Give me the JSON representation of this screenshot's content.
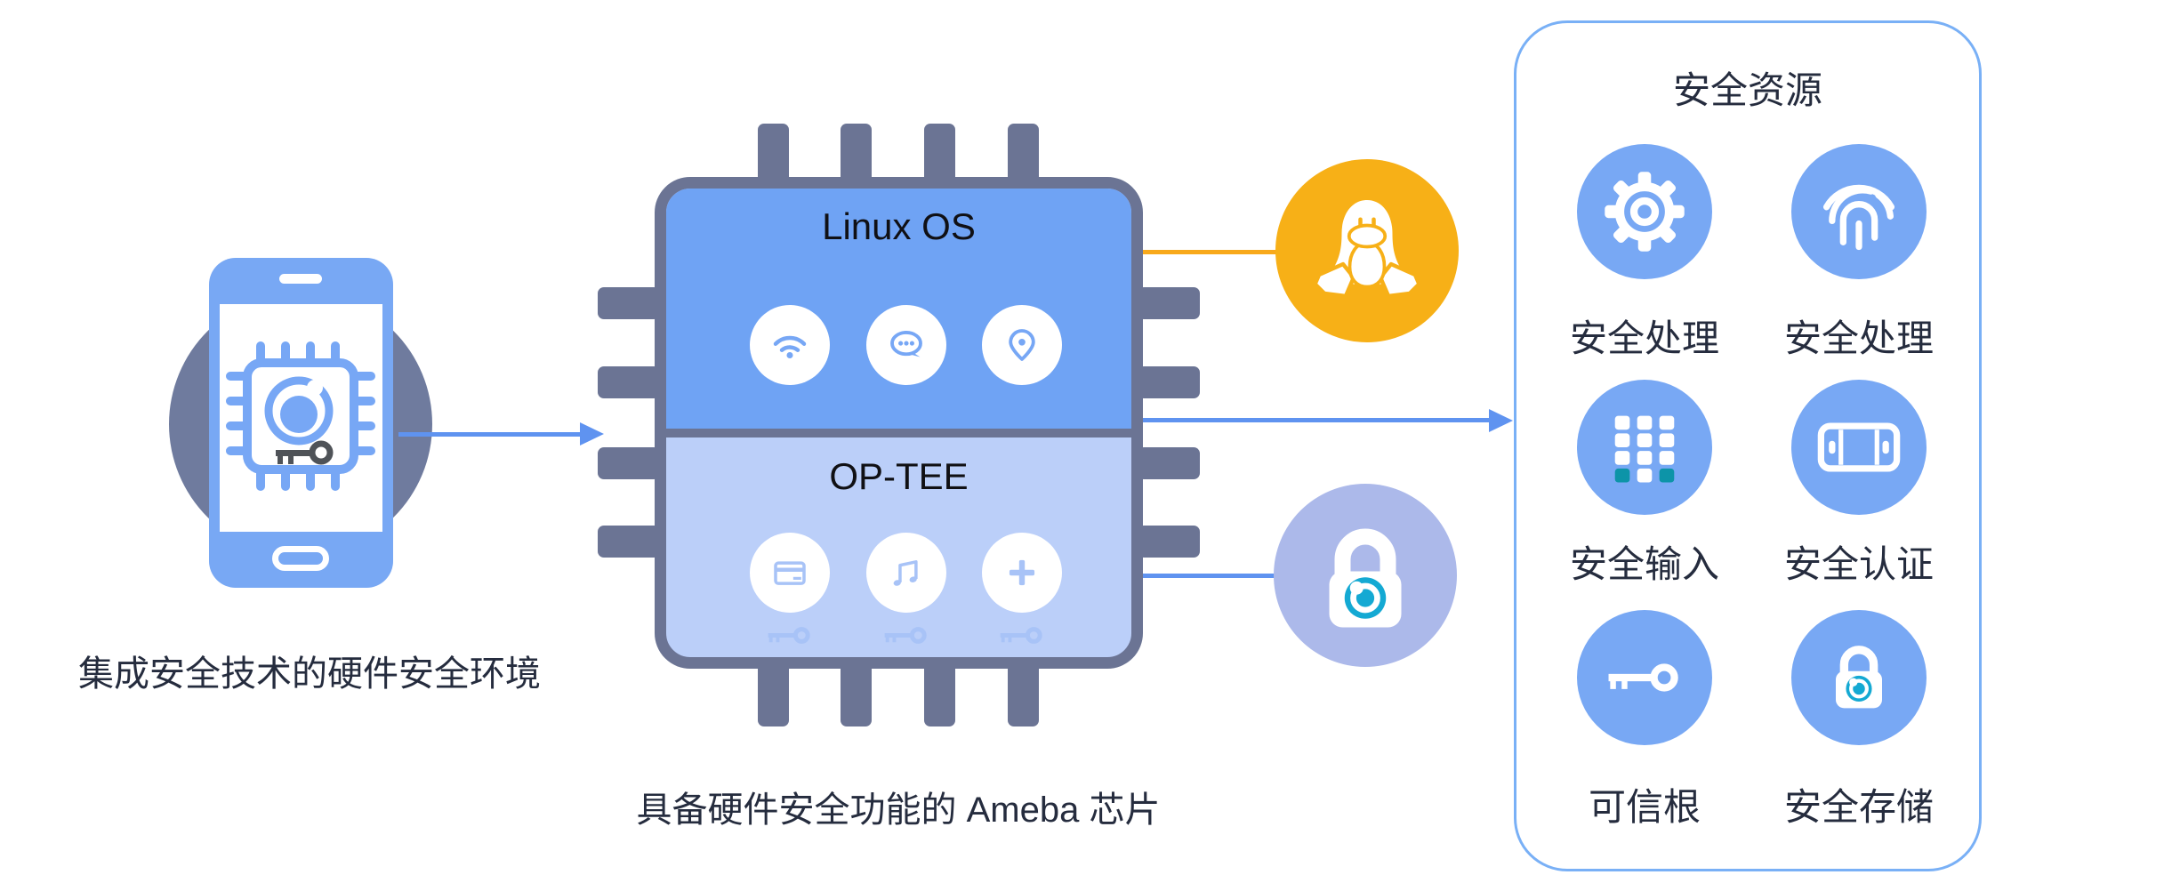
{
  "colors": {
    "accent_blue": "#78A8F4",
    "chip_blue": "#6FA3F4",
    "chip_light_blue": "#BBCFF9",
    "slate": "#6B7494",
    "phone_gray_circle": "#6F7B9E",
    "tux_yellow": "#F7B017",
    "orange_line": "#F8A91B",
    "lock_lavender": "#ACB9EA",
    "teal": "#0D94A8",
    "cyan": "#14A9D3",
    "arrow_blue": "#5F93F0",
    "panel_border": "#79B0F6",
    "icon_blue": "#77A7F5",
    "icon_light_blue": "#A8C3F7",
    "text_navy": "#252C3E",
    "chip_label": "#101014",
    "key_dark": "#4F5358"
  },
  "left": {
    "caption": "集成安全技术的硬件安全环境",
    "icon": "smartphone-secure-chip-icon"
  },
  "chip": {
    "linux_label": "Linux OS",
    "optee_label": "OP-TEE",
    "caption": "具备硬件安全功能的 Ameba 芯片",
    "linux_icons": [
      "wifi-icon",
      "chat-icon",
      "location-pin-icon"
    ],
    "optee_icons": [
      "credit-card-icon",
      "music-icon",
      "plus-icon"
    ],
    "optee_key_icon": "key-icon"
  },
  "middle": {
    "linux_badge_icon": "tux-penguin-icon",
    "secure_badge_icon": "padlock-icon"
  },
  "panel": {
    "title": "安全资源",
    "items": [
      {
        "label": "安全处理",
        "icon": "gear-icon"
      },
      {
        "label": "安全处理",
        "icon": "fingerprint-icon"
      },
      {
        "label": "安全输入",
        "icon": "keypad-icon"
      },
      {
        "label": "安全认证",
        "icon": "phone-landscape-icon"
      },
      {
        "label": "可信根",
        "icon": "key-icon"
      },
      {
        "label": "安全存储",
        "icon": "secure-lock-icon"
      }
    ]
  }
}
